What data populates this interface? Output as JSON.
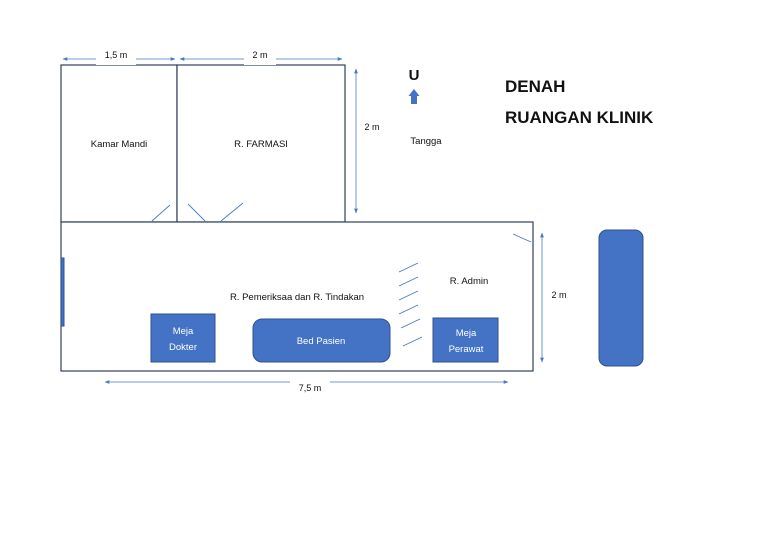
{
  "title": {
    "line1": "DENAH",
    "line2": "RUANGAN KLINIK"
  },
  "compass": {
    "label": "U",
    "icon": "north-arrow-icon"
  },
  "rooms": {
    "bathroom": "Kamar Mandi",
    "pharmacy": "R. FARMASI",
    "stairs": "Tangga",
    "exam": "R. Pemeriksaa dan R. Tindakan",
    "admin": "R. Admin"
  },
  "furniture": {
    "doctor_desk": "Meja Dokter",
    "patient_bed": "Bed Pasien",
    "nurse_desk": "Meja Perawat"
  },
  "dimensions": {
    "bathroom_width": "1,5 m",
    "pharmacy_width": "2 m",
    "pharmacy_depth": "2 m",
    "main_depth": "2 m",
    "main_length": "7,5 m"
  },
  "colors": {
    "fill": "#4472c4",
    "line": "#4a78c4",
    "wall": "#2f3f5c"
  }
}
